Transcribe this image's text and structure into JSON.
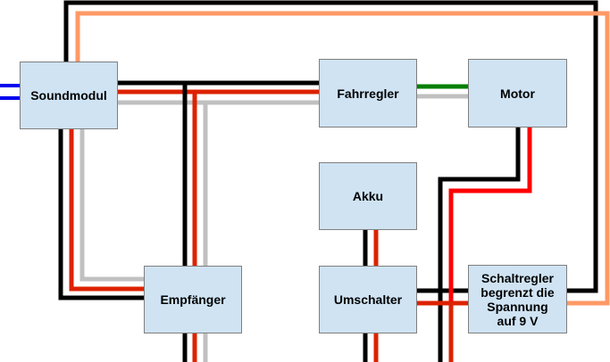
{
  "colors": {
    "black": "#000000",
    "red": "#dd2200",
    "bright_red": "#ff0000",
    "gray": "#c0c0c0",
    "orange": "#ff9966",
    "green": "#008000",
    "blue": "#0000ee",
    "box_fill": "#cfe3f3",
    "box_border": "#7f7f7f"
  },
  "components": {
    "soundmodul": "Soundmodul",
    "fahrregler": "Fahrregler",
    "motor": "Motor",
    "akku": "Akku",
    "empfaenger": "Empfänger",
    "umschalter": "Umschalter",
    "schaltregler": "Schaltregler\nbegrenzt die\nSpannung\nauf 9 V"
  },
  "connections": [
    {
      "from": "Soundmodul",
      "to": "Fahrregler",
      "wires": [
        "black",
        "red",
        "gray"
      ]
    },
    {
      "from": "Soundmodul",
      "to": "Empfänger",
      "wires": [
        "black",
        "red",
        "gray"
      ]
    },
    {
      "from": "Fahrregler",
      "to": "Empfänger",
      "wires": [
        "black",
        "red",
        "gray"
      ]
    },
    {
      "from": "Fahrregler",
      "to": "Motor",
      "wires": [
        "green",
        "gray"
      ]
    },
    {
      "from": "Akku",
      "to": "Umschalter",
      "wires": [
        "black",
        "red"
      ]
    },
    {
      "from": "Umschalter",
      "to": "Schaltregler",
      "wires": [
        "black",
        "red"
      ]
    },
    {
      "from": "Motor",
      "to": "off-screen",
      "wires": [
        "black",
        "bright_red"
      ]
    },
    {
      "from": "Soundmodul",
      "to": "Schaltregler",
      "wires": [
        "black",
        "orange"
      ]
    },
    {
      "from": "Soundmodul",
      "to": "off-screen",
      "wires": [
        "blue",
        "blue"
      ]
    },
    {
      "from": "Empfänger",
      "to": "off-screen",
      "wires": [
        "black",
        "red",
        "gray"
      ]
    },
    {
      "from": "Umschalter",
      "to": "off-screen",
      "wires": [
        "black",
        "red"
      ]
    }
  ]
}
